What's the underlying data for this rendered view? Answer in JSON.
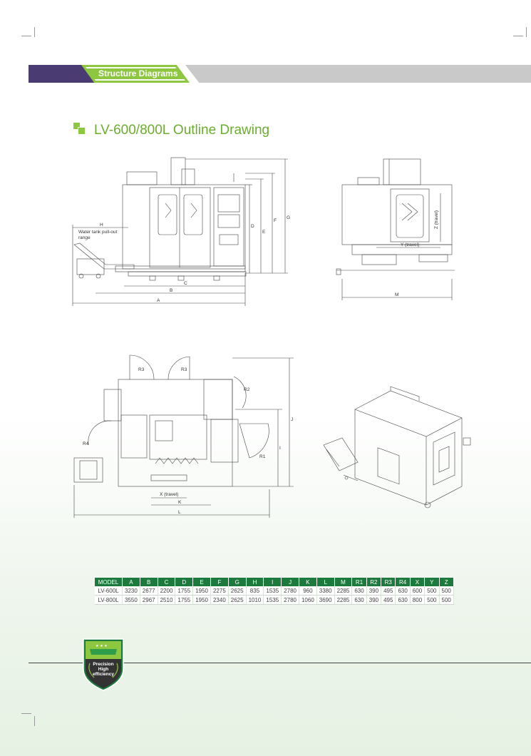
{
  "header": {
    "section_title": "Structure Diagrams"
  },
  "drawing_title": "LV-600/800L Outline Drawing",
  "front_view": {
    "label_h": "H",
    "note_line1": "Water tank pull-out",
    "note_line2": "range",
    "dim_a": "A",
    "dim_b": "B",
    "dim_c": "C",
    "dim_d": "D",
    "dim_e": "E",
    "dim_f": "F",
    "dim_g": "G"
  },
  "side_view": {
    "dim_m": "M",
    "y_travel": "Y (travel)",
    "z_travel": "Z (travel)"
  },
  "top_view": {
    "r1": "R1",
    "r2": "R2",
    "r3a": "R3",
    "r3b": "R3",
    "r4": "R4",
    "dim_i": "I",
    "dim_j": "J",
    "dim_k": "K",
    "dim_l": "L",
    "x_travel": "X (travel)"
  },
  "spec_table": {
    "headers": [
      "MODEL",
      "A",
      "B",
      "C",
      "D",
      "E",
      "F",
      "G",
      "H",
      "I",
      "J",
      "K",
      "L",
      "M",
      "R1",
      "R2",
      "R3",
      "R4",
      "X",
      "Y",
      "Z"
    ],
    "rows": [
      [
        "LV-600L",
        "3230",
        "2677",
        "2200",
        "1755",
        "1950",
        "2275",
        "2625",
        "835",
        "1535",
        "2780",
        "960",
        "3380",
        "2285",
        "630",
        "390",
        "495",
        "630",
        "600",
        "500",
        "500"
      ],
      [
        "LV-800L",
        "3550",
        "2967",
        "2510",
        "1755",
        "1950",
        "2340",
        "2625",
        "1010",
        "1535",
        "2780",
        "1060",
        "3690",
        "2285",
        "630",
        "390",
        "495",
        "630",
        "800",
        "500",
        "500"
      ]
    ]
  },
  "badge": {
    "line1": "Precision",
    "line2": "High",
    "line3": "efficiency"
  },
  "colors": {
    "brand_green": "#8dc63f",
    "table_green": "#1b7a3c",
    "purple": "#4b3b73",
    "gray": "#c9c9c9"
  }
}
